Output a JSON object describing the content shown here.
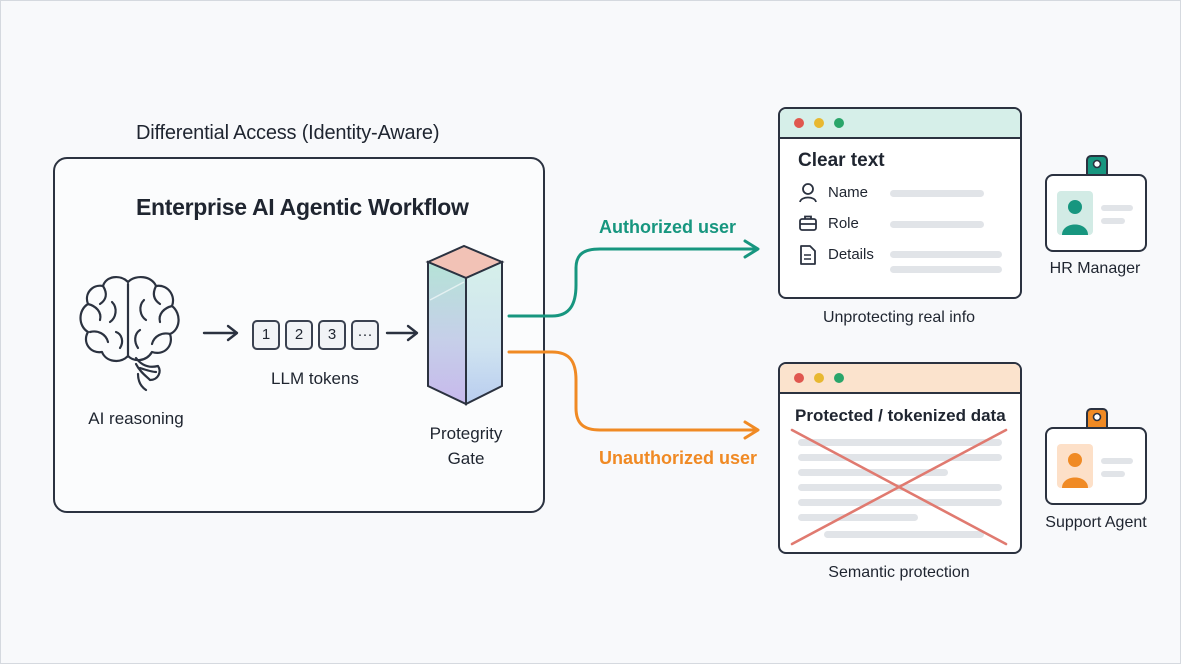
{
  "heading": "Differential Access (Identity-Aware)",
  "workflow": {
    "title": "Enterprise AI Agentic Workflow",
    "reasoning_label": "AI reasoning",
    "tokens": [
      "1",
      "2",
      "3",
      "···"
    ],
    "tokens_label": "LLM tokens",
    "gate_label_line1": "Protegrity",
    "gate_label_line2": "Gate"
  },
  "paths": {
    "authorized": {
      "label": "Authorized user",
      "color": "#17967f"
    },
    "unauthorized": {
      "label": "Unauthorized user",
      "color": "#f08a24"
    }
  },
  "clear_window": {
    "title": "Clear text",
    "bar_color": "#d6efe9",
    "fields": [
      {
        "icon": "person-icon",
        "label": "Name"
      },
      {
        "icon": "briefcase-icon",
        "label": "Role"
      },
      {
        "icon": "document-icon",
        "label": "Details"
      }
    ],
    "caption": "Unprotecting real info"
  },
  "protected_window": {
    "title": "Protected / tokenized data",
    "bar_color": "#fbe3cd",
    "cross_color": "#e07a70",
    "caption": "Semantic protection"
  },
  "roles": {
    "hr": {
      "label": "HR Manager",
      "color": "#17967f"
    },
    "support": {
      "label": "Support Agent",
      "color": "#f08a24"
    }
  }
}
